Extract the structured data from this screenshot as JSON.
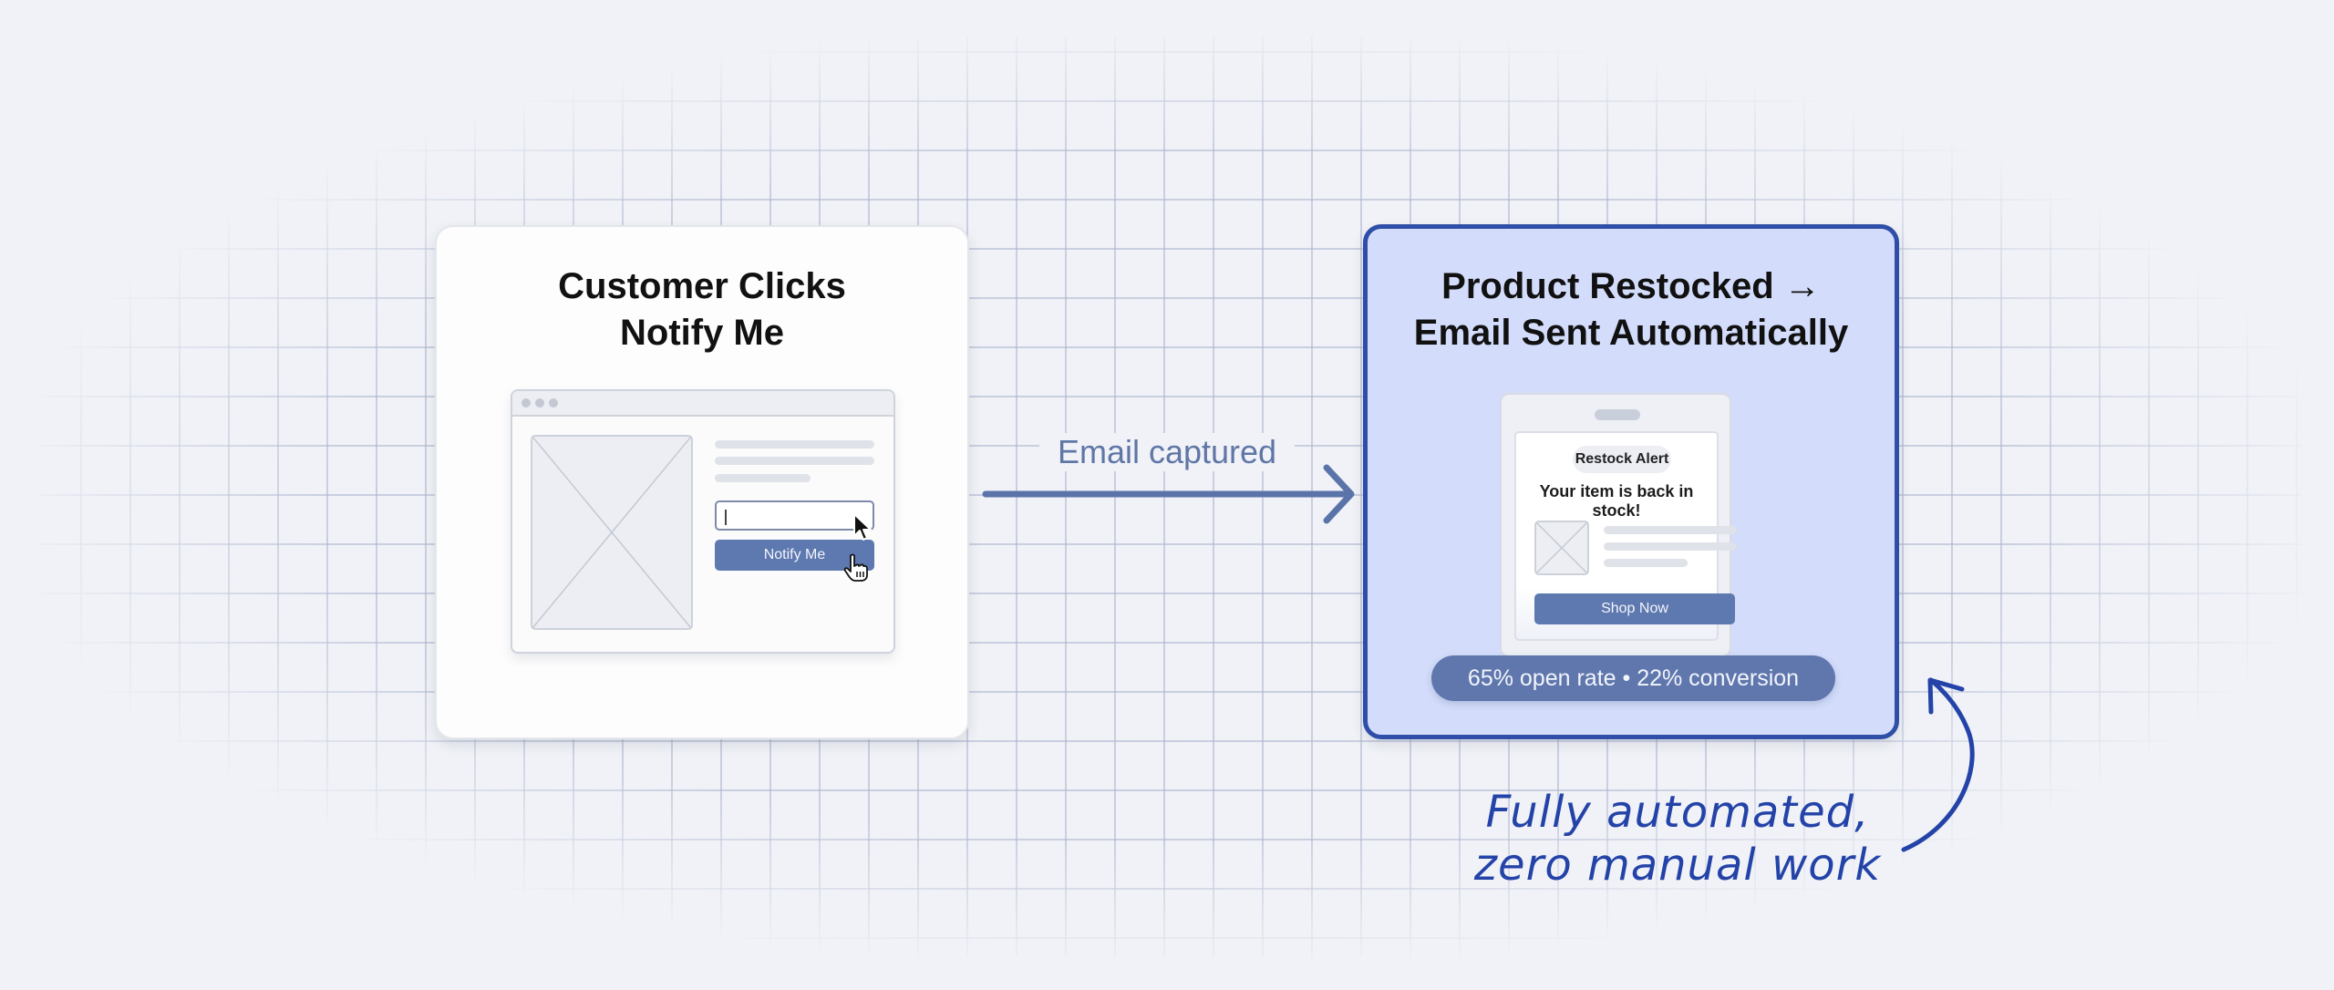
{
  "diagram": {
    "type": "flow",
    "colors": {
      "background": "#f0f2f7",
      "grid_line": "#aab2cd",
      "accent_blue": "#2f4ea8",
      "button_blue": "#5e79b0",
      "arrow_blue": "#5f76a6",
      "highlight_card_fill": "#d3dcfa"
    }
  },
  "step1": {
    "title": "Customer Clicks\nNotify Me",
    "mockup": {
      "type": "browser-window",
      "input_value": "",
      "button_label": "Notify Me",
      "cursor": "hand-pointer"
    }
  },
  "connector": {
    "label": "Email captured",
    "direction": "right"
  },
  "step2": {
    "title": "Product Restocked →\nEmail Sent Automatically",
    "mockup": {
      "type": "phone-email",
      "badge": "Restock Alert",
      "headline": "Your item is back in stock!",
      "button_label": "Shop Now"
    },
    "stats": "65% open rate • 22% conversion"
  },
  "annotation": {
    "text": "Fully automated,\nzero manual work",
    "arrow": "curved-up-pointing-to-step2"
  }
}
